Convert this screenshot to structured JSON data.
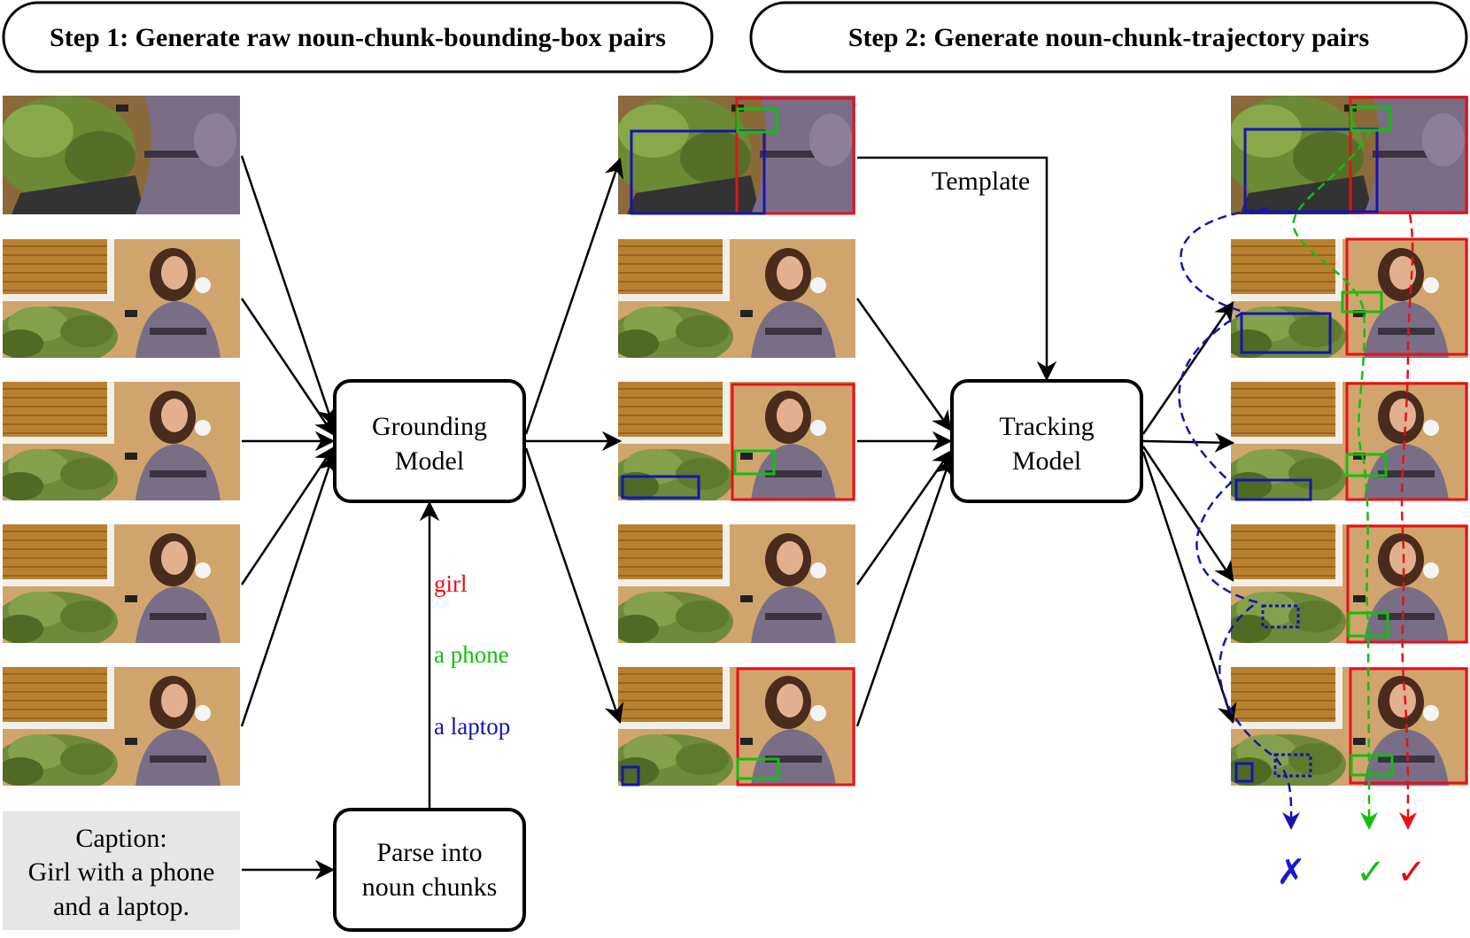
{
  "steps": {
    "step1": "Step 1: Generate raw noun-chunk-bounding-box pairs",
    "step2": "Step 2: Generate noun-chunk-trajectory pairs"
  },
  "caption": {
    "line1": "Caption:",
    "line2": "Girl with a phone",
    "line3": "and a laptop."
  },
  "modules": {
    "grounding_line1": "Grounding",
    "grounding_line2": "Model",
    "tracking_line1": "Tracking",
    "tracking_line2": "Model",
    "parse_line1": "Parse into",
    "parse_line2": "noun chunks"
  },
  "noun_chunks": [
    {
      "text": "girl",
      "color": "#e8101a"
    },
    {
      "text": "a phone",
      "color": "#10c010"
    },
    {
      "text": "a laptop",
      "color": "#1515b0"
    }
  ],
  "template_label": "Template",
  "outcomes": [
    {
      "mark": "✗",
      "color": "#1a1acc",
      "meaning": "rejected"
    },
    {
      "mark": "✓",
      "color": "#18c018",
      "meaning": "accepted"
    },
    {
      "mark": "✓",
      "color": "#e01010",
      "meaning": "accepted"
    }
  ],
  "colors": {
    "girl": "#e8101a",
    "phone": "#10c010",
    "laptop": "#1515b0",
    "caption_bg": "#e6e6e6"
  }
}
